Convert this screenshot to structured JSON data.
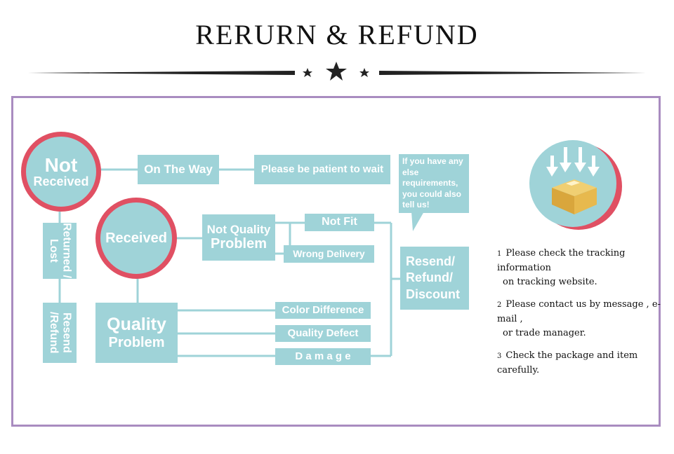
{
  "header": {
    "title": "RERURN & REFUND"
  },
  "flow": {
    "not_received_line1": "Not",
    "not_received_line2": "Received",
    "on_the_way": "On The Way",
    "please_wait": "Please be patient to wait",
    "returned_lost": "Returned / Lost",
    "resend_refund_left": "Resend /Refund",
    "received": "Received",
    "not_quality_line1": "Not Quality",
    "not_quality_line2": "Problem",
    "not_fit": "Not Fit",
    "wrong_delivery": "Wrong Delivery",
    "quality_line1": "Quality",
    "quality_line2": "Problem",
    "color_difference": "Color Difference",
    "quality_defect": "Quality Defect",
    "damage": "D a m a g e",
    "outcome_line1": "Resend/",
    "outcome_line2": "Refund/",
    "outcome_line3": "Discount",
    "bubble": "If you have any else requirements, you could also tell us!"
  },
  "notes": [
    {
      "num": "1",
      "text": "Please check the tracking information",
      "cont": "on tracking website."
    },
    {
      "num": "2",
      "text": "Please contact us by message , e-mail ,",
      "cont": "or trade manager."
    },
    {
      "num": "3",
      "text": "Check the package and item carefully.",
      "cont": ""
    }
  ],
  "colors": {
    "box": "#9fd3d8",
    "ring": "#e05063",
    "frame": "#a98cc0",
    "package": "#e3b54a"
  },
  "icons": {
    "divider": "star-divider-icon",
    "package": "package-icon"
  }
}
